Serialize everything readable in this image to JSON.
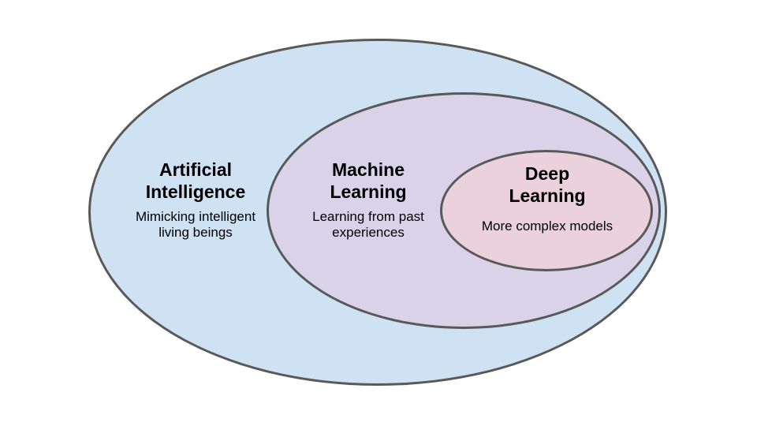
{
  "diagram": {
    "type": "nested-venn",
    "background_color": "#ffffff",
    "outline_color": "#595959",
    "text_color": "#000000",
    "sets": [
      {
        "id": "artificial-intelligence",
        "title": "Artificial\nIntelligence",
        "subtitle": "Mimicking intelligent\nliving beings",
        "fill_color": "#cfe2f3",
        "contains": "machine-learning"
      },
      {
        "id": "machine-learning",
        "title": "Machine\nLearning",
        "subtitle": "Learning from past\nexperiences",
        "fill_color": "#d9d2e9",
        "contains": "deep-learning"
      },
      {
        "id": "deep-learning",
        "title": "Deep\nLearning",
        "subtitle": "More complex models",
        "fill_color": "#ead1dc",
        "contains": null
      }
    ]
  }
}
